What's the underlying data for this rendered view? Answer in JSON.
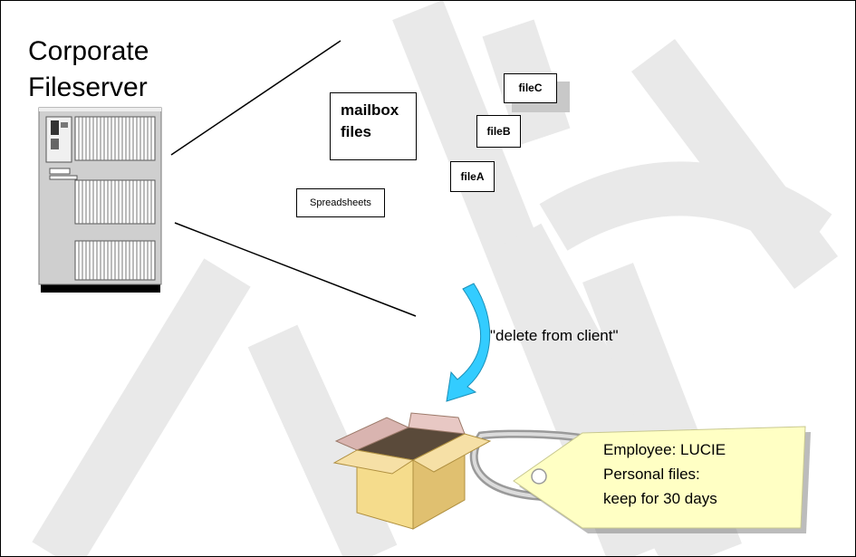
{
  "server": {
    "title_line1": "Corporate",
    "title_line2": "Fileserver",
    "icon": "server-tower-icon"
  },
  "files": {
    "mailbox_line1": "mailbox",
    "mailbox_line2": "files",
    "fileA": "fileA",
    "fileB": "fileB",
    "fileC": "fileC",
    "spreadsheets": "Spreadsheets"
  },
  "action": {
    "label": "\"delete from client\"",
    "arrow_color": "#33ccff"
  },
  "archive": {
    "box_icon": "archive-box-icon",
    "box_color": "#f5dc8c",
    "tag_color": "#ffffc4",
    "tag_line1": "Employee: LUCIE",
    "tag_line2": "Personal files:",
    "tag_line3": "keep for 30 days"
  },
  "colors": {
    "watermark": "#e9e9e9",
    "server_body": "#c8c8c8",
    "line": "#000000"
  }
}
